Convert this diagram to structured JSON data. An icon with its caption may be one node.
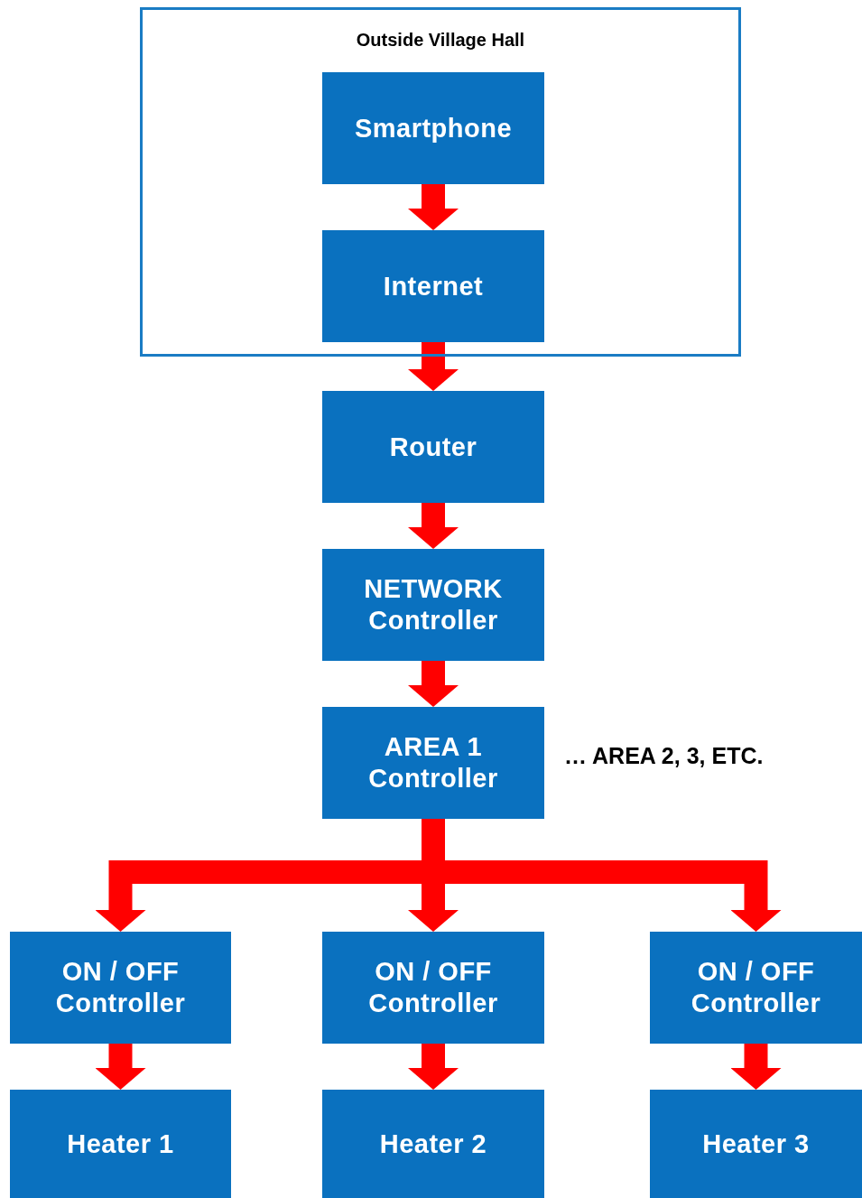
{
  "diagram": {
    "nodes": [
      {
        "text": [
          "Outside Village Hall"
        ]
      },
      {
        "text": [
          "Smartphone"
        ],
        "in": 0
      },
      {
        "text": [
          "Internet"
        ],
        "in": 0
      },
      {
        "text": [
          "Router"
        ]
      },
      {
        "text": [
          "NETWORK Controller"
        ]
      },
      {
        "text": [
          "AREA 1 Controller"
        ]
      },
      {
        "text": [
          "ON / OFF Controller"
        ]
      },
      {
        "text": [
          "ON / OFF Controller"
        ]
      },
      {
        "text": [
          "ON / OFF Controller"
        ]
      },
      {
        "text": [
          "Heater 1"
        ]
      },
      {
        "text": [
          "Heater 2"
        ]
      },
      {
        "text": [
          "Heater 3"
        ]
      }
    ],
    "edges": [
      {
        "from": 1,
        "to": 2,
        "arrow": "to"
      },
      {
        "from": 2,
        "to": 3,
        "arrow": "to"
      },
      {
        "from": 3,
        "to": 4,
        "arrow": "to"
      },
      {
        "from": 4,
        "to": 5,
        "arrow": "to"
      },
      {
        "from": 5,
        "to": 6,
        "arrow": "to"
      },
      {
        "from": 5,
        "to": 7,
        "arrow": "to"
      },
      {
        "from": 5,
        "to": 8,
        "arrow": "to"
      },
      {
        "from": 6,
        "to": 9,
        "arrow": "to"
      },
      {
        "from": 7,
        "to": 10,
        "arrow": "to"
      },
      {
        "from": 8,
        "to": 11,
        "arrow": "to"
      }
    ],
    "labels": [
      "… AREA 2, 3, ETC."
    ]
  }
}
